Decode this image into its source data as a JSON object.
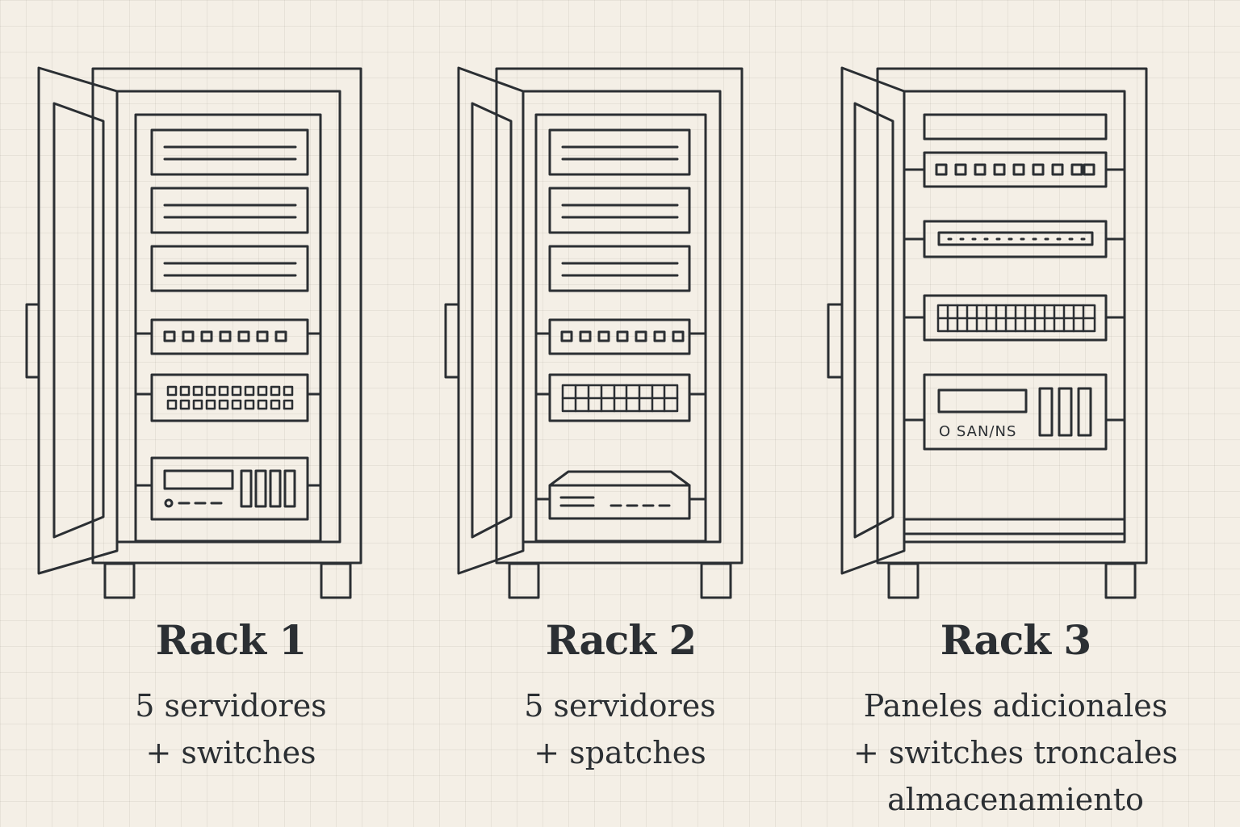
{
  "racks": [
    {
      "title": "Rack 1",
      "lines": [
        "5 servidores",
        "+ switches"
      ]
    },
    {
      "title": "Rack 2",
      "lines": [
        "5 servidores",
        "+ spatches"
      ]
    },
    {
      "title": "Rack 3",
      "lines": [
        "Paneles adicionales",
        "+ switches troncales",
        "almacenamiento"
      ],
      "storage_label": "O SAN/NS"
    }
  ],
  "colors": {
    "background": "#f4efe6",
    "ink": "#2b2f33",
    "grid": "#ddd6c9"
  }
}
